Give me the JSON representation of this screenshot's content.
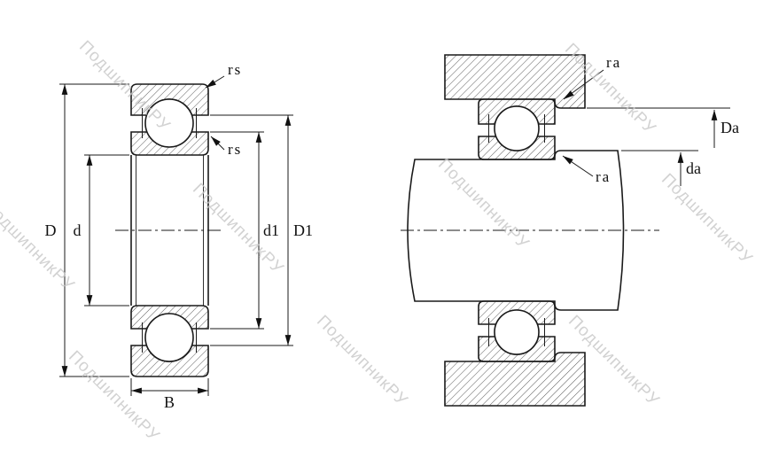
{
  "watermark": {
    "text": "ПодшипникРУ"
  },
  "left_view": {
    "labels": {
      "outer_diameter": "D",
      "bore_diameter": "d",
      "inner_shoulder_diameter": "d1",
      "outer_land_diameter": "D1",
      "width": "B",
      "chamfer_top": "rs",
      "chamfer_bottom": "rs"
    }
  },
  "right_view": {
    "labels": {
      "housing_fillet": "ra",
      "shaft_fillet": "ra",
      "housing_abutment_diameter": "Da",
      "shaft_abutment_diameter": "da"
    }
  }
}
